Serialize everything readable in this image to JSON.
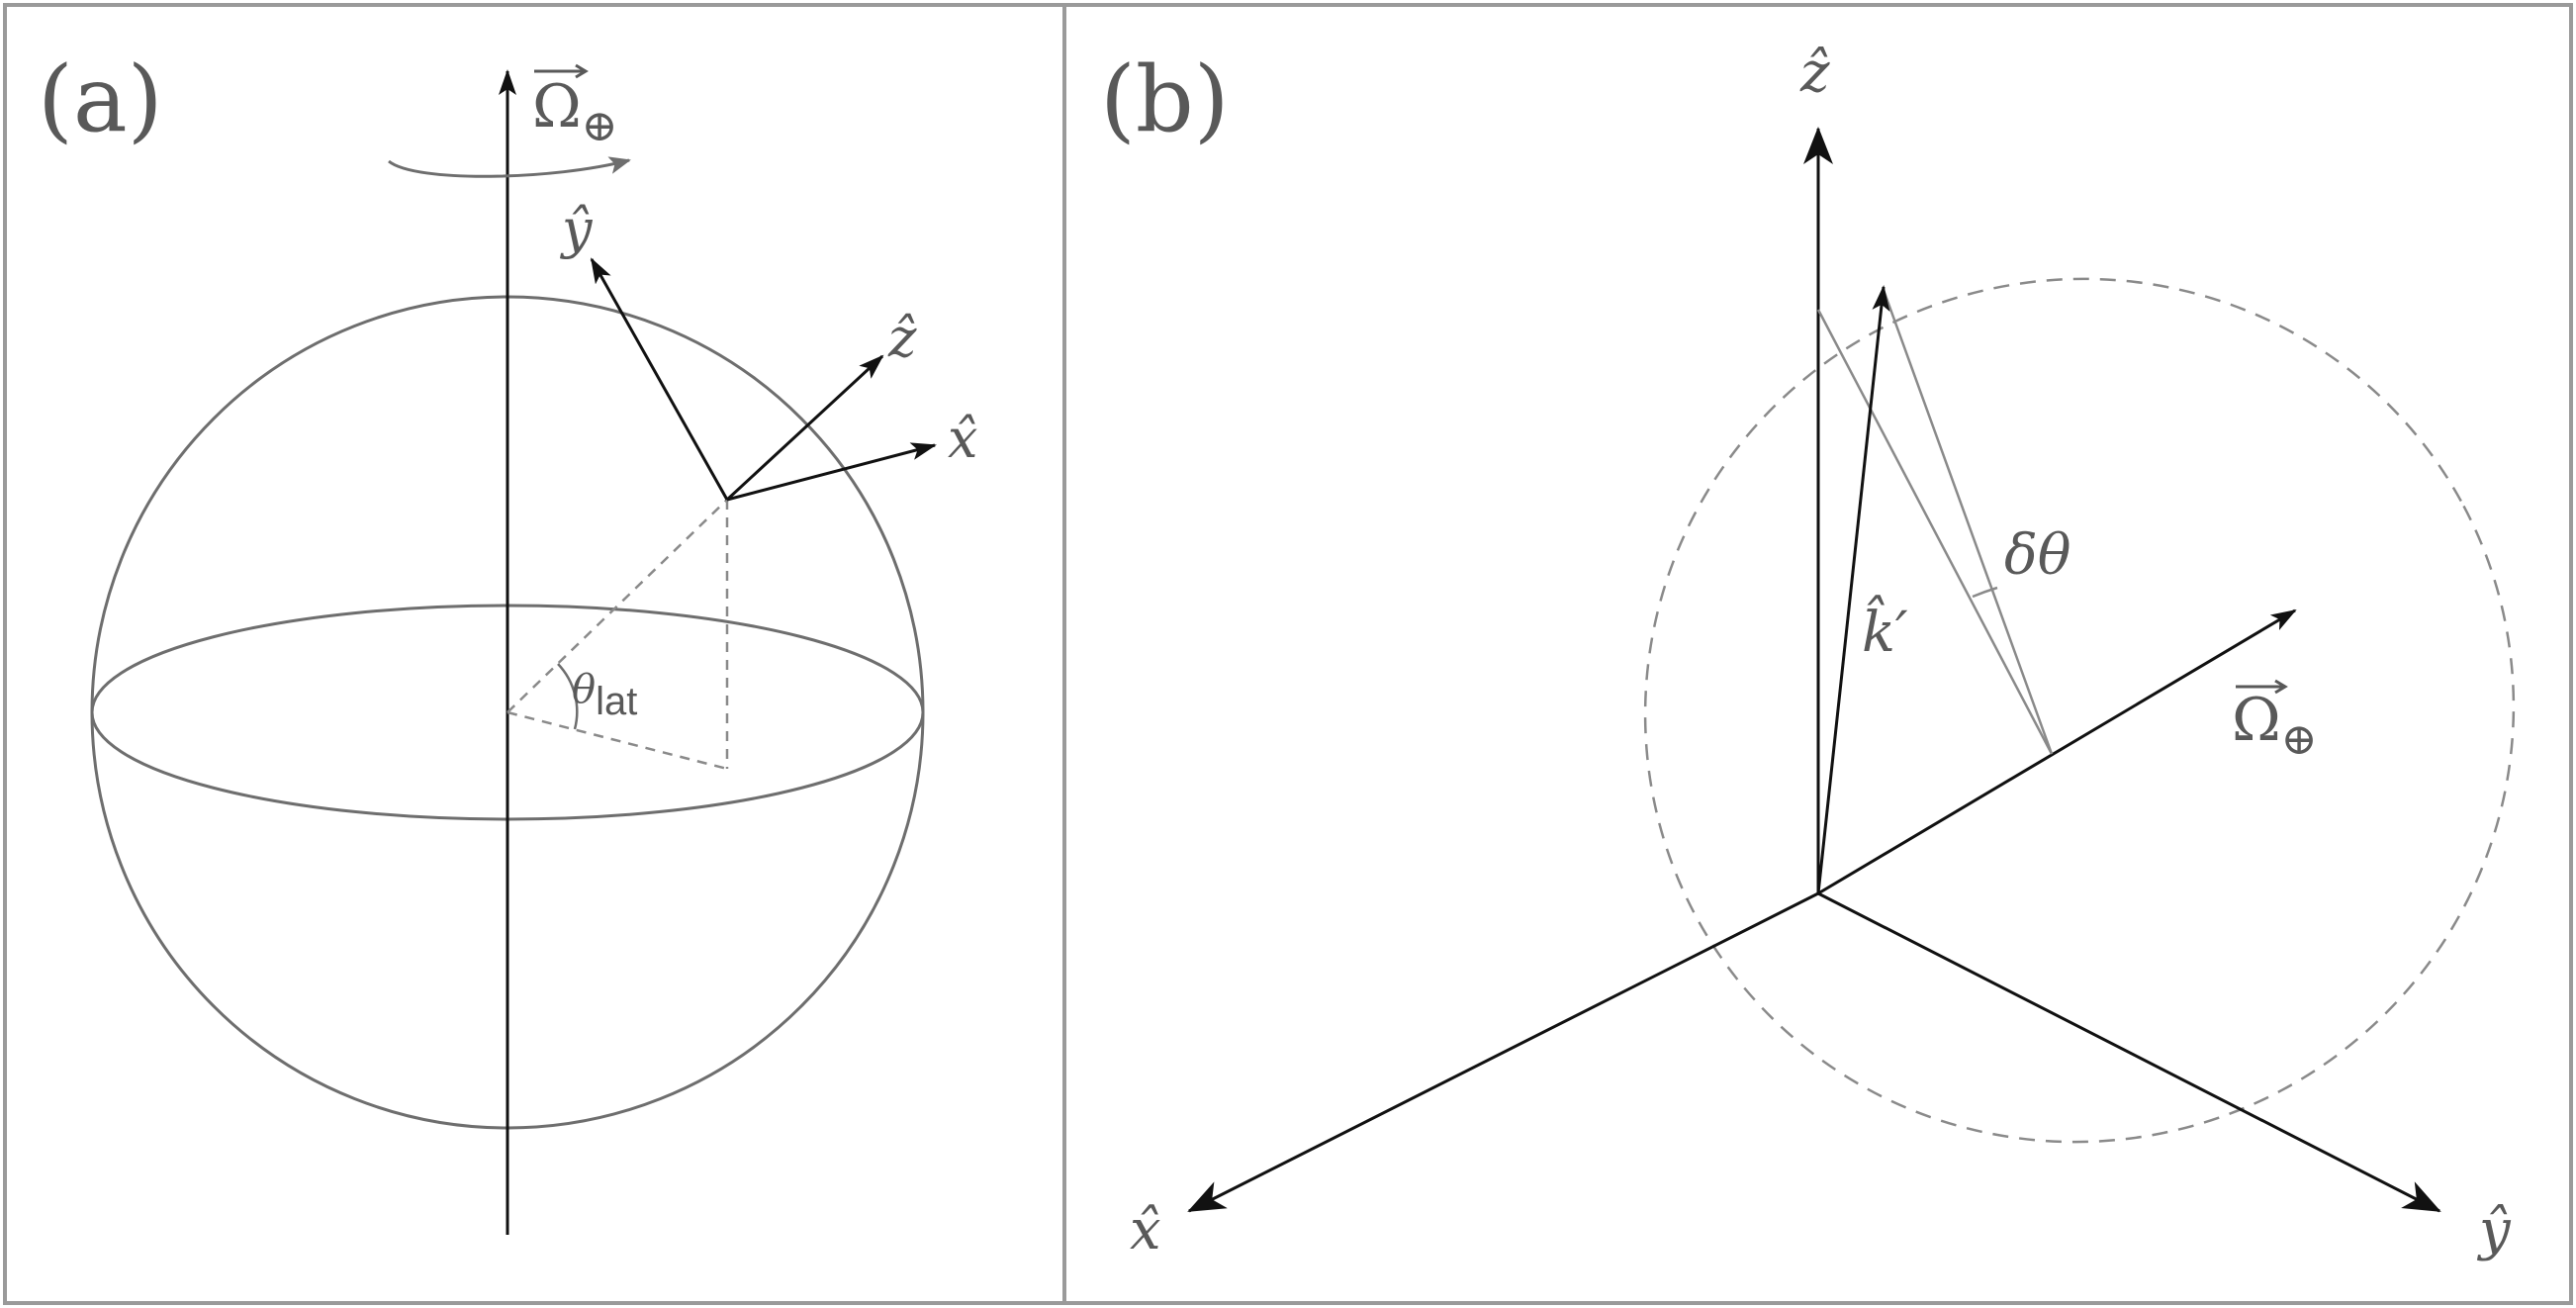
{
  "panels": {
    "a": {
      "tag": "(a)",
      "rotation_vector": {
        "symbol": "Ω",
        "subscript": "⊕"
      },
      "axis_y": "ŷ",
      "axis_z": "ẑ",
      "axis_x": "x̂",
      "latitude_angle": {
        "symbol": "θ",
        "subscript": "lat"
      }
    },
    "b": {
      "tag": "(b)",
      "axis_z": "ẑ",
      "axis_x": "x̂",
      "axis_y": "ŷ",
      "wave_vector": "k̂′",
      "angle": "δθ",
      "rotation_vector": {
        "symbol": "Ω",
        "subscript": "⊕"
      }
    }
  },
  "colors": {
    "frame": "#9a9a9a",
    "axis": "#111111",
    "outline": "#6e6e6e",
    "dashed": "#8a8a8a",
    "label": "#595959"
  }
}
